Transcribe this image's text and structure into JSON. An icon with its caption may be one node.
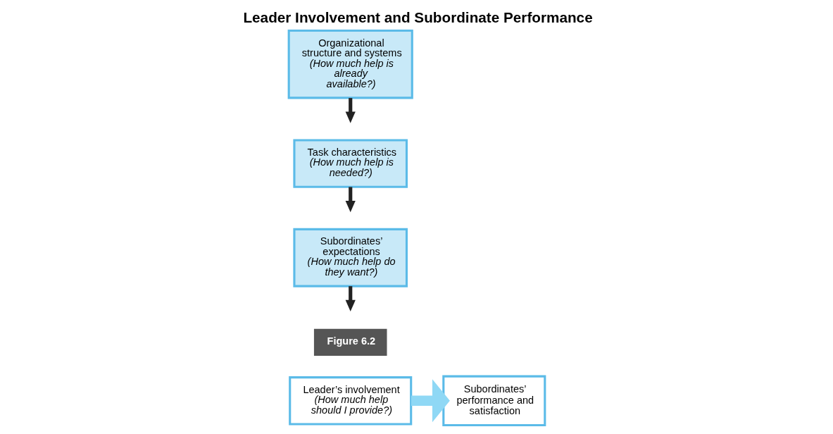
{
  "diagram": {
    "title": "Leader Involvement and Subordinate Performance",
    "nodes": [
      {
        "text": [
          "Leader’s involvement",
          "(How much help should I provide?)"
        ]
      },
      {
        "text": [
          "Subordinates’ expectations",
          "(How much help do they want?)"
        ]
      },
      {
        "text": [
          "Task characteristics",
          "(How much help is needed?)"
        ]
      },
      {
        "text": [
          "Organizational structure and systems",
          "(How much help is already available?)"
        ]
      },
      {
        "text": [
          "Subordinates’ performance and satisfaction"
        ]
      }
    ],
    "edges": [
      {
        "from": 0,
        "to": 4,
        "arrow": "to",
        "style": "thick",
        "color": "#8fd8f5"
      },
      {
        "from": 1,
        "to": null,
        "arrow": "to"
      },
      {
        "from": 2,
        "to": null,
        "arrow": "to"
      },
      {
        "from": 3,
        "to": null,
        "arrow": "to"
      }
    ],
    "labels": [
      "Figure 6.2"
    ]
  }
}
